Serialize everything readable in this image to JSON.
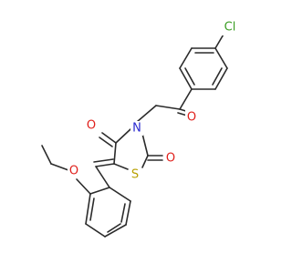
{
  "molecule": {
    "atoms": {
      "chlorine": {
        "text": "Cl",
        "color": "#3a9d23"
      },
      "ketone_oxygen": {
        "text": "O",
        "color": "#e0201b"
      },
      "ring_nitrogen": {
        "text": "N",
        "color": "#2a2ad0"
      },
      "carbonyl_oxygen_c4": {
        "text": "O",
        "color": "#e0201b"
      },
      "carbonyl_oxygen_c2": {
        "text": "O",
        "color": "#e0201b"
      },
      "ring_sulfur": {
        "text": "S",
        "color": "#b8a000"
      },
      "ether_oxygen": {
        "text": "O",
        "color": "#e0201b"
      }
    },
    "bond_color": "#2b2b2b"
  }
}
